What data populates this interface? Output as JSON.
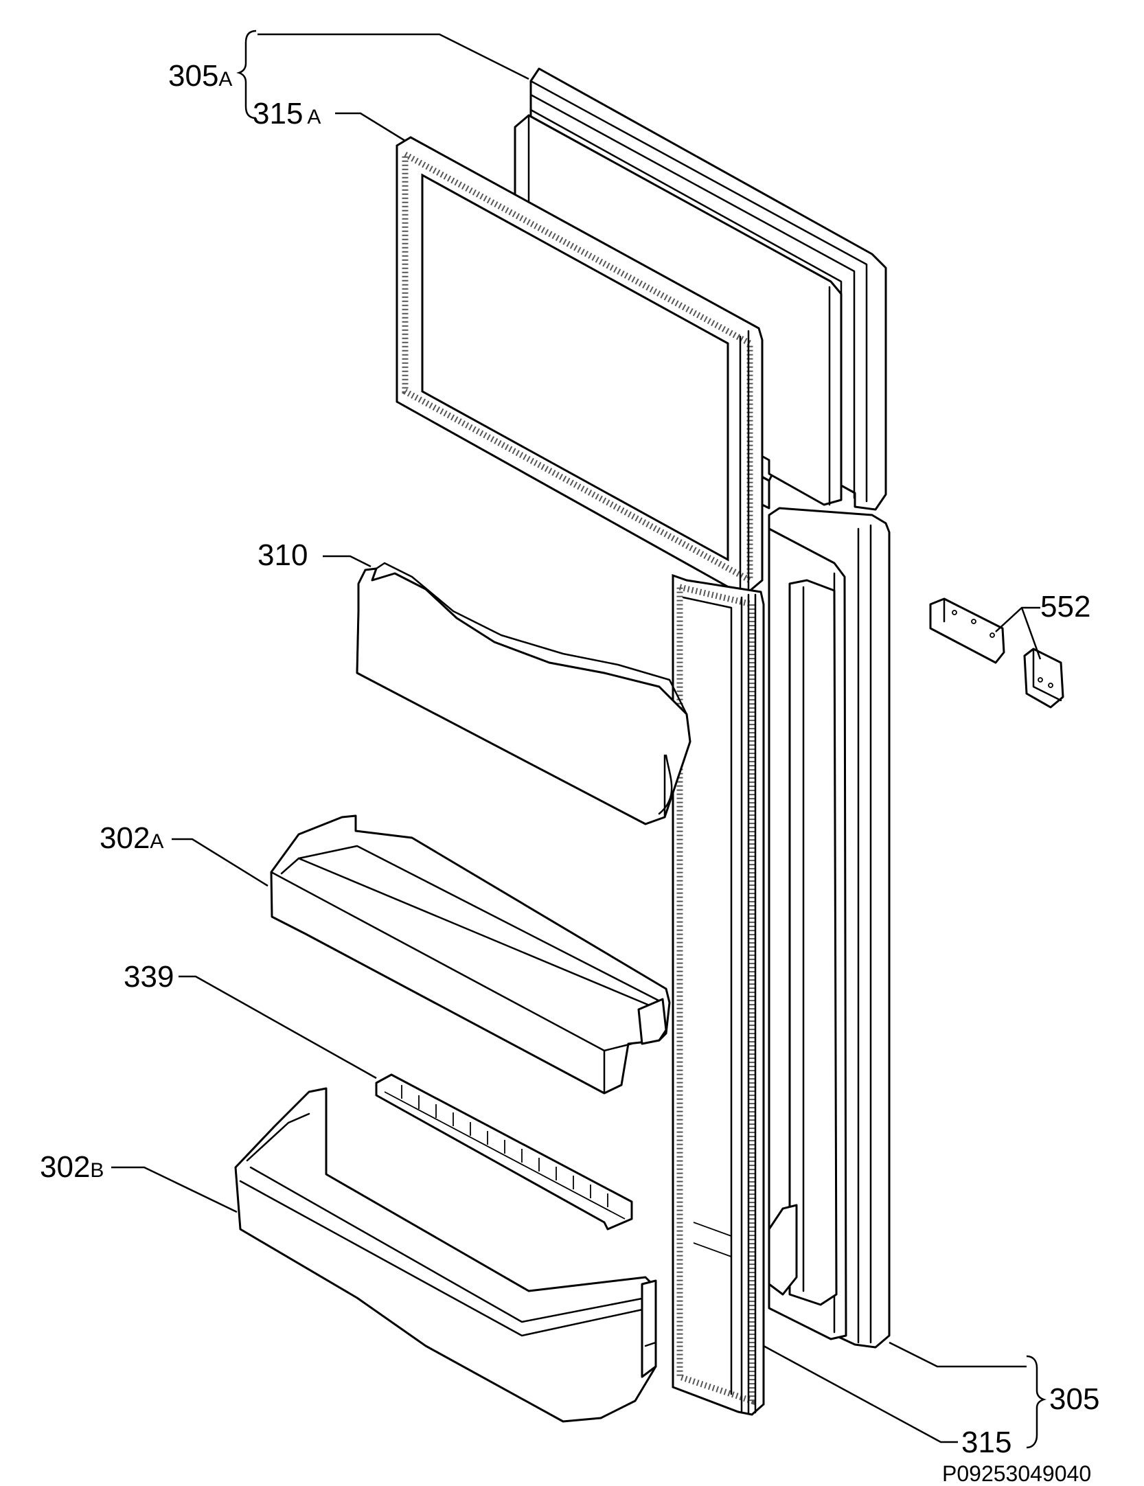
{
  "diagram": {
    "reference_code": "P09253049040",
    "labels": {
      "p305A": {
        "num": "305",
        "suffix": "A"
      },
      "p315A": {
        "num": "315",
        "suffix": "A"
      },
      "p310": {
        "num": "310"
      },
      "p552": {
        "num": "552"
      },
      "p302A": {
        "num": "302",
        "suffix": "A"
      },
      "p339": {
        "num": "339"
      },
      "p302B": {
        "num": "302",
        "suffix": "B"
      },
      "p305": {
        "num": "305"
      },
      "p315": {
        "num": "315"
      }
    }
  }
}
